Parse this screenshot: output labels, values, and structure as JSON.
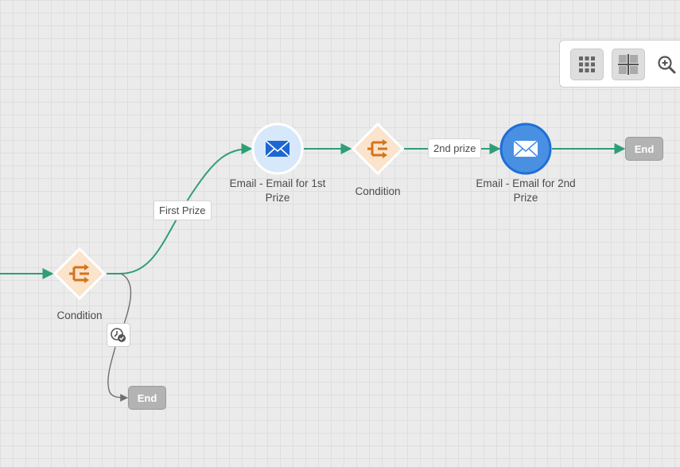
{
  "nodes": {
    "condition_1": {
      "label": "Condition"
    },
    "condition_2": {
      "label": "Condition"
    },
    "email_1": {
      "label_line1": "Email - Email for 1st",
      "label_line2": "Prize"
    },
    "email_2": {
      "label_line1": "Email - Email for 2nd",
      "label_line2": "Prize"
    },
    "end_1": {
      "label": "End"
    },
    "end_2": {
      "label": "End"
    }
  },
  "edges": {
    "first_prize": "First Prize",
    "second_prize": "2nd prize"
  },
  "toolbar": {
    "icons": [
      "grid-view-icon",
      "fit-to-screen-icon",
      "zoom-in-icon"
    ]
  },
  "colors": {
    "connector": "#2f9e76",
    "condition_fill": "#fbe3cc",
    "condition_icon": "#d4741c",
    "email_fill": "#d7e8fb",
    "email_selected": "#4a90e2",
    "end_fill": "#b3b3b3"
  }
}
